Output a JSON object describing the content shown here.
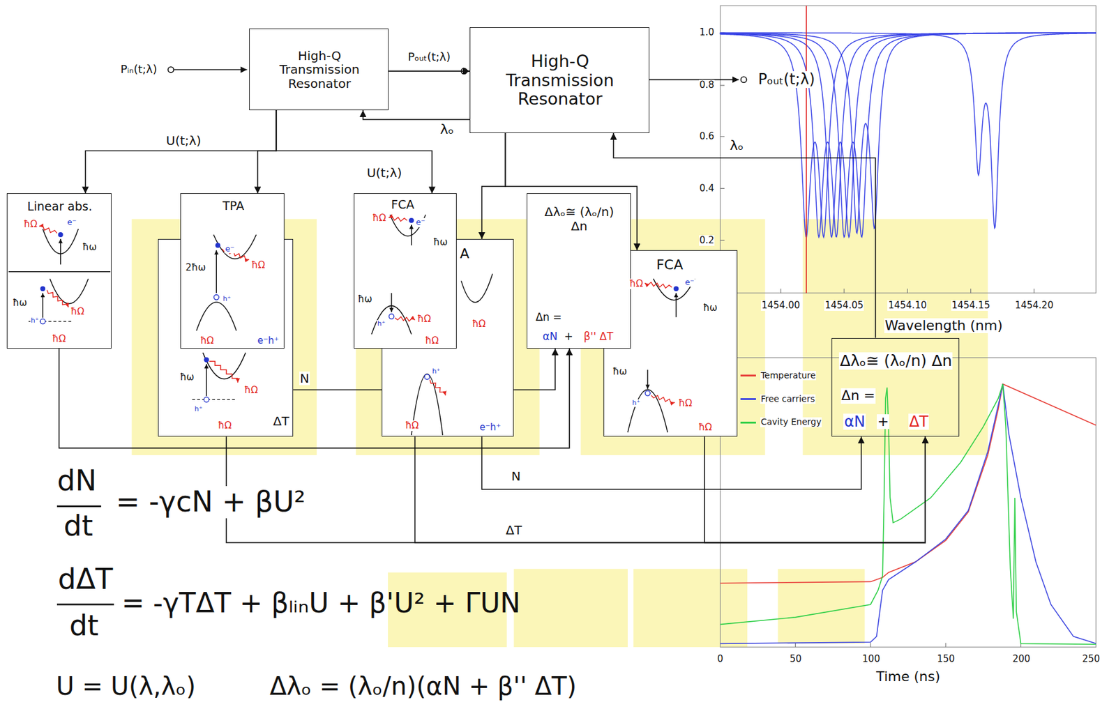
{
  "diagram": {
    "nodes": [
      {
        "text": [
          "High-Q Transmission Resonator"
        ]
      },
      {
        "text": [
          "High-Q Transmission Resonator"
        ]
      },
      {
        "text": [
          "Linear abs.",
          "ħΩ",
          "e⁻",
          "ħω",
          "ħω",
          "h⁺",
          "ħΩ",
          "ħΩ"
        ]
      },
      {
        "text": [
          "ħω",
          "ħΩ",
          "h⁺",
          "ħΩ"
        ]
      },
      {
        "text": [
          "TPA",
          "e⁻",
          "ħΩ",
          "2ħω",
          "h⁺",
          "ħΩ",
          "e⁻h⁺"
        ]
      },
      {
        "text": [
          "A",
          "ħΩ",
          "h⁺",
          "ħΩ",
          "e⁻h⁺"
        ]
      },
      {
        "text": [
          "FCA",
          "ħΩ",
          "e⁻",
          "ħω",
          "ħω",
          "h⁺",
          "ħΩ",
          "ħΩ"
        ]
      },
      {
        "text": [
          "Δλₒ≅ (λₒ/n) Δn",
          "Δn =",
          "αN",
          "+",
          "β'' ΔT"
        ]
      },
      {
        "text": [
          "FCA",
          "ħΩ",
          "e⁻",
          "ħω",
          "ħω",
          "h⁺",
          "ħΩ",
          "ħΩ"
        ]
      },
      {
        "text": [
          "Δλₒ≅ (λₒ/n) Δn",
          "Δn =",
          "αN",
          "+",
          "ΔT"
        ]
      }
    ],
    "edges": [
      {
        "from": 0,
        "to": 1,
        "arrow": "to"
      },
      {
        "from": 1,
        "to": 0,
        "arrow": "to",
        "label": "λₒ"
      },
      {
        "from": 0,
        "to": 2,
        "arrow": "to",
        "label": "U(t;λ)"
      },
      {
        "from": 0,
        "to": 4,
        "arrow": "to"
      },
      {
        "from": 0,
        "to": 6,
        "arrow": "to"
      },
      {
        "from": 1,
        "to": 5,
        "arrow": "to"
      },
      {
        "from": 1,
        "to": 8,
        "arrow": "to"
      },
      {
        "from": 9,
        "to": 1,
        "arrow": "to",
        "label": "λₒ"
      },
      {
        "from": 3,
        "to": 7,
        "arrow": "to",
        "label": "N"
      },
      {
        "from": 2,
        "to": 7,
        "arrow": "to",
        "label": "ΔT"
      },
      {
        "from": 5,
        "to": 9,
        "arrow": "to",
        "label": "N"
      },
      {
        "from": 3,
        "to": 9,
        "arrow": "to",
        "label": "ΔT"
      },
      {
        "from": 5,
        "to": 9,
        "arrow": "to"
      },
      {
        "from": 8,
        "to": 9,
        "arrow": "to"
      }
    ],
    "labels": [
      "Pᵢₙ(t;λ)",
      "Pₒᵤₜ(t;λ)",
      "Pₒᵤₜ(t;λ)",
      "U(t;λ)",
      "1.0",
      "0.8",
      "0.6",
      "0.4",
      "0.2",
      "1454.00",
      "1454.05",
      "1454.10",
      "1454.15",
      "1454.20",
      "Wavelength (nm)",
      "0",
      "50",
      "100",
      "150",
      "200",
      "250",
      "Time (ns)",
      "dN",
      "dt",
      "= -γcN + βU²",
      "dΔT",
      "dt",
      "= -γTΔT + βₗᵢₙU + β'U² + ΓUN",
      "U = U(λ,λₒ)",
      "Δλₒ = (λₒ/n)(αN + β'' ΔT)"
    ],
    "legend": [
      {
        "text": "Temperature",
        "color": "#e8413a"
      },
      {
        "text": "Free carriers",
        "color": "#3f48e0"
      },
      {
        "text": "Cavity Energy",
        "color": "#2fcf47"
      }
    ]
  }
}
